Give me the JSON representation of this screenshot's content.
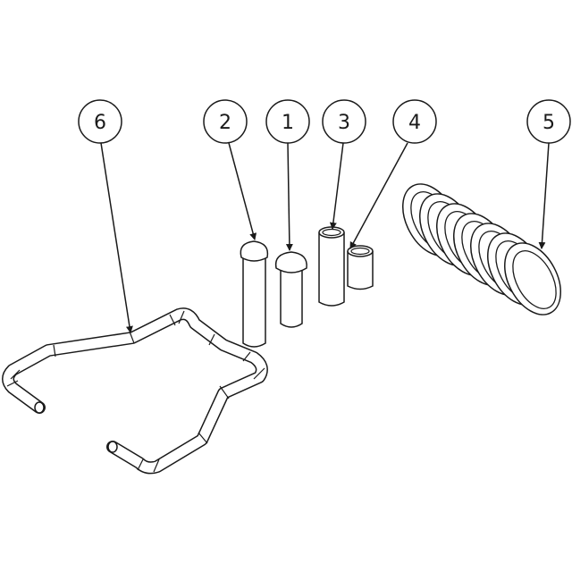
{
  "callouts": [
    {
      "label": "6",
      "part": "wire-bracket"
    },
    {
      "label": "2",
      "part": "long-rivet-pin"
    },
    {
      "label": "1",
      "part": "short-rivet-pin"
    },
    {
      "label": "3",
      "part": "long-sleeve"
    },
    {
      "label": "4",
      "part": "short-sleeve"
    },
    {
      "label": "5",
      "part": "coil-spring"
    }
  ],
  "colors": {
    "stroke": "#1a1a1a",
    "background": "#ffffff"
  }
}
